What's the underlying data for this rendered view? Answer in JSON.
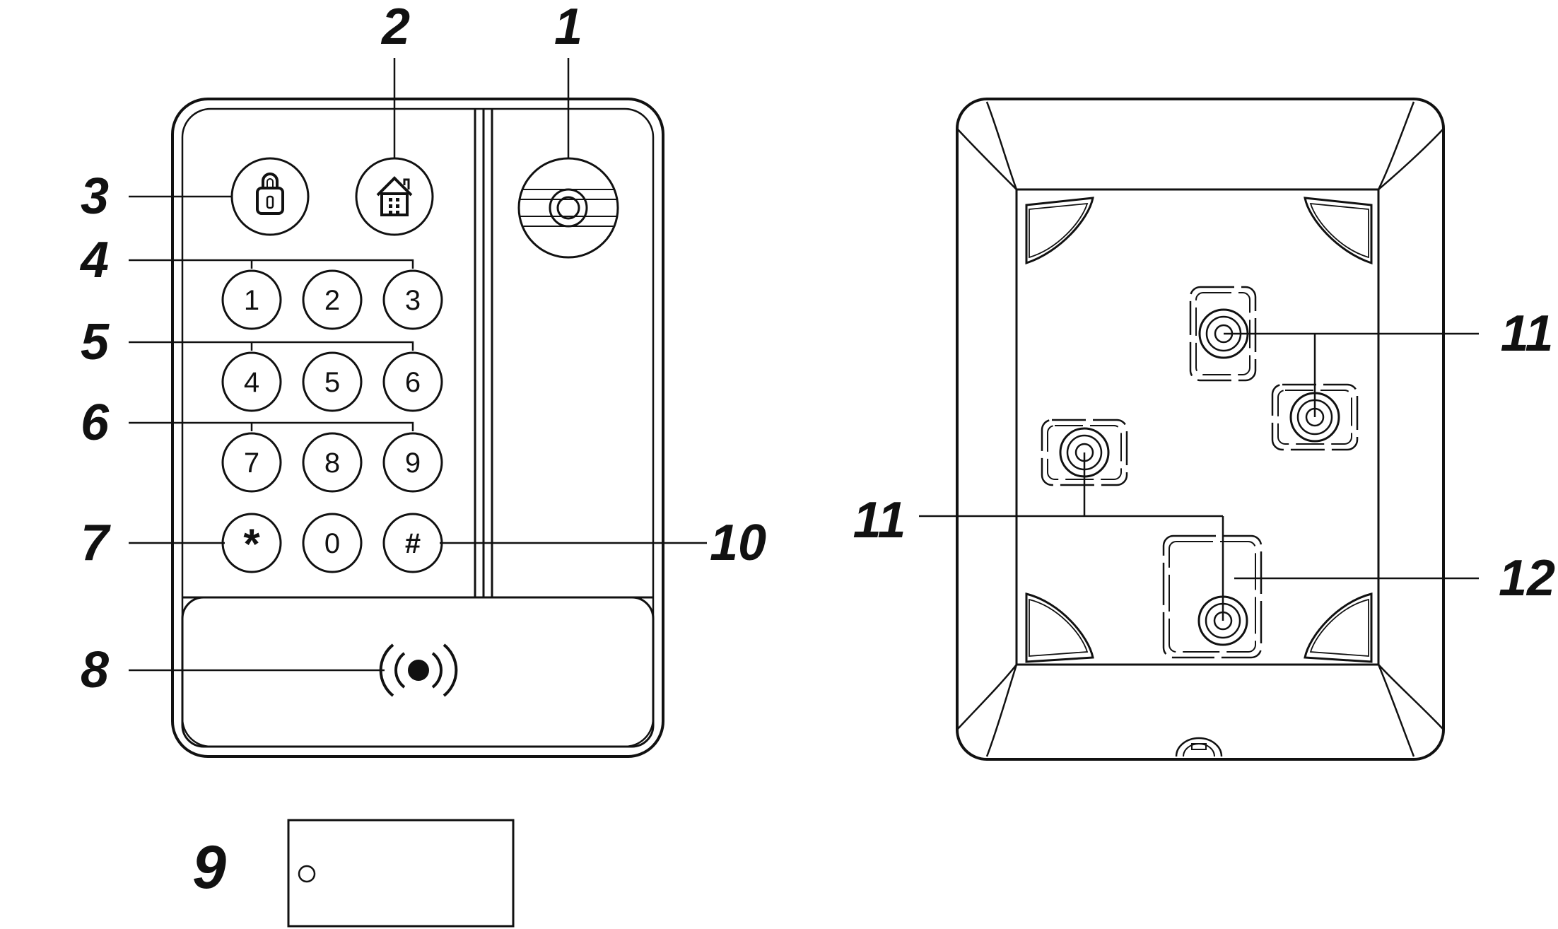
{
  "diagram": {
    "callouts": {
      "c1": "1",
      "c2": "2",
      "c3": "3",
      "c4": "4",
      "c5": "5",
      "c6": "6",
      "c7": "7",
      "c8": "8",
      "c9": "9",
      "c10": "10",
      "c11_top": "11",
      "c11_left": "11",
      "c12": "12"
    },
    "keypad": {
      "rows": [
        [
          "1",
          "2",
          "3"
        ],
        [
          "4",
          "5",
          "6"
        ],
        [
          "7",
          "8",
          "9"
        ],
        [
          "*",
          "0",
          "#"
        ]
      ]
    },
    "icons": {
      "lock": "lock-icon",
      "home": "home-icon",
      "camera": "camera-lens-icon",
      "rfid": "rfid-wave-icon"
    },
    "colors": {
      "line": "#111111",
      "background": "#ffffff"
    }
  }
}
